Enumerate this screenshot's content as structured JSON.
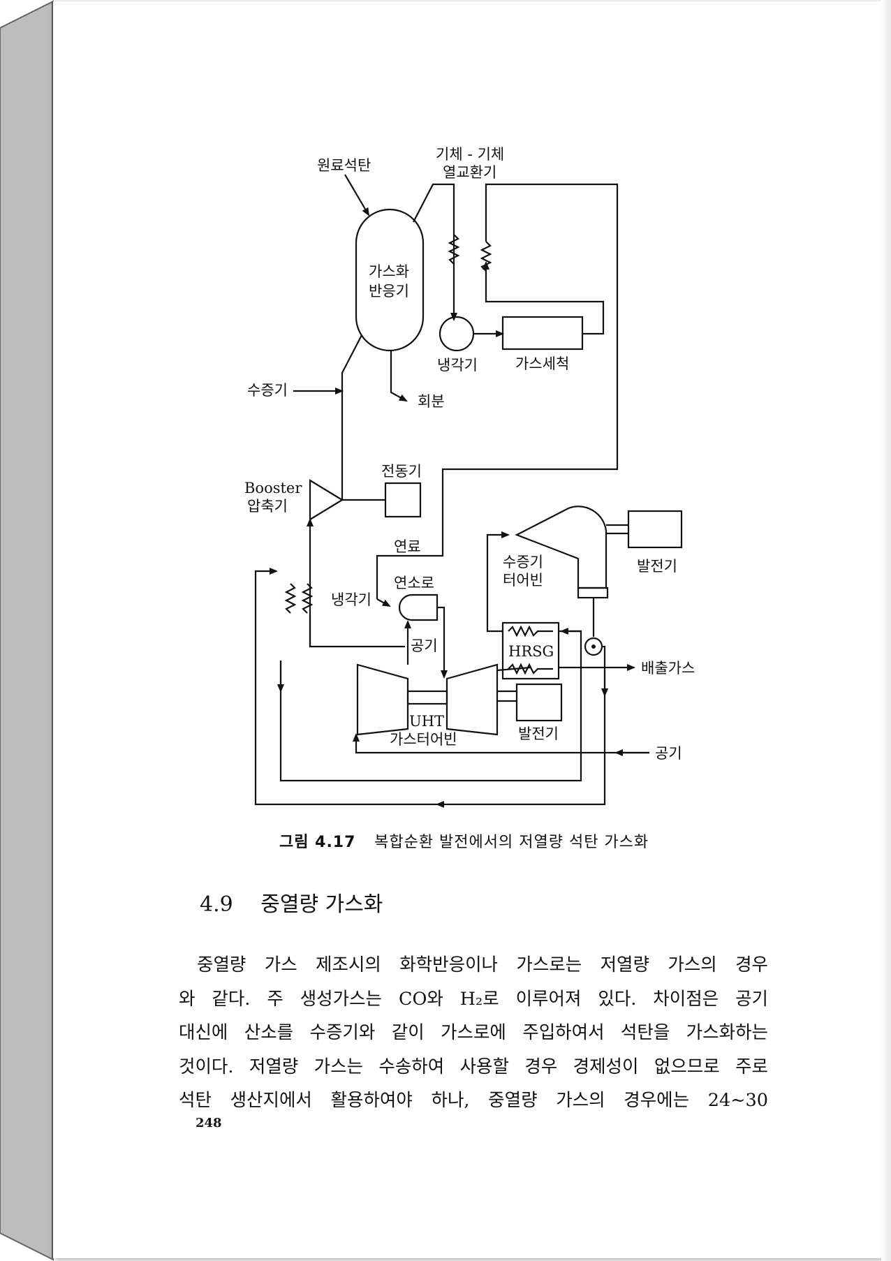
{
  "figure": {
    "labels": {
      "raw_coal": "원료석탄",
      "gas_gas_hx_line1": "기체 - 기체",
      "gas_gas_hx_line2": "열교환기",
      "gasifier_line1": "가스화",
      "gasifier_line2": "반응기",
      "cooler_top": "냉각기",
      "gas_cleaning": "가스세척",
      "steam": "수증기",
      "ash": "회분",
      "booster_line1": "Booster",
      "booster_line2": "압축기",
      "motor": "전동기",
      "fuel": "연료",
      "steam_turbine_line1": "수증기",
      "steam_turbine_line2": "터어빈",
      "generator_top": "발전기",
      "combustor": "연소로",
      "cooler_left": "냉각기",
      "air_mid": "공기",
      "hrsg": "HRSG",
      "exhaust_gas": "배출가스",
      "uht": "UHT",
      "gas_turbine": "가스터어빈",
      "generator_bottom": "발전기",
      "air_bottom": "공기"
    }
  },
  "caption": {
    "number": "그림 4.17",
    "title": "복합순환 발전에서의 저열량 석탄 가스화"
  },
  "section": {
    "number": "4.9",
    "title": "중열량 가스화"
  },
  "body": {
    "lines": [
      "중열량 가스 제조시의 화학반응이나 가스로는 저열량 가스의 경우",
      "와 같다. 주 생성가스는 CO와 H₂로 이루어져 있다. 차이점은 공기",
      "대신에 산소를 수증기와 같이 가스로에 주입하여서 석탄을 가스화하는",
      "것이다. 저열량 가스는 수송하여 사용할 경우 경제성이 없으므로 주로",
      "석탄 생산지에서 활용하여야 하나, 중열량 가스의 경우에는 24∼30"
    ]
  },
  "page_number": "248",
  "colors": {
    "ink": "#111111",
    "spine_gray": "#bdbdbd",
    "paper": "#ffffff"
  }
}
